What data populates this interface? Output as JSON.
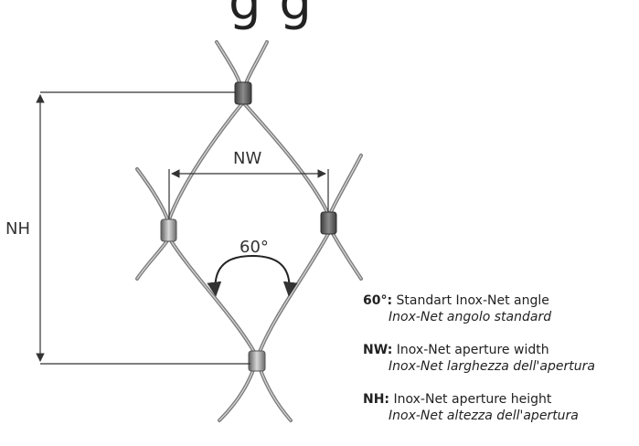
{
  "diagram": {
    "heading_fragment": "g g",
    "labels": {
      "nh": "NH",
      "nw": "NW",
      "angle": "60°"
    },
    "legend": [
      {
        "key": "60°:",
        "en": "Standart Inox-Net angle",
        "it": "Inox-Net angolo standard"
      },
      {
        "key": "NW:",
        "en": "Inox-Net aperture width",
        "it": "Inox-Net larghezza dell'apertura"
      },
      {
        "key": "NH:",
        "en": "Inox-Net aperture height",
        "it": "Inox-Net altezza dell'apertura"
      }
    ],
    "colors": {
      "cable": "#8e8e8e",
      "cable_highlight": "#d6d6d6",
      "ferrule": "#bfbfbf",
      "ferrule_dark": "#5a5a5a",
      "dimension_line": "#333333"
    }
  }
}
